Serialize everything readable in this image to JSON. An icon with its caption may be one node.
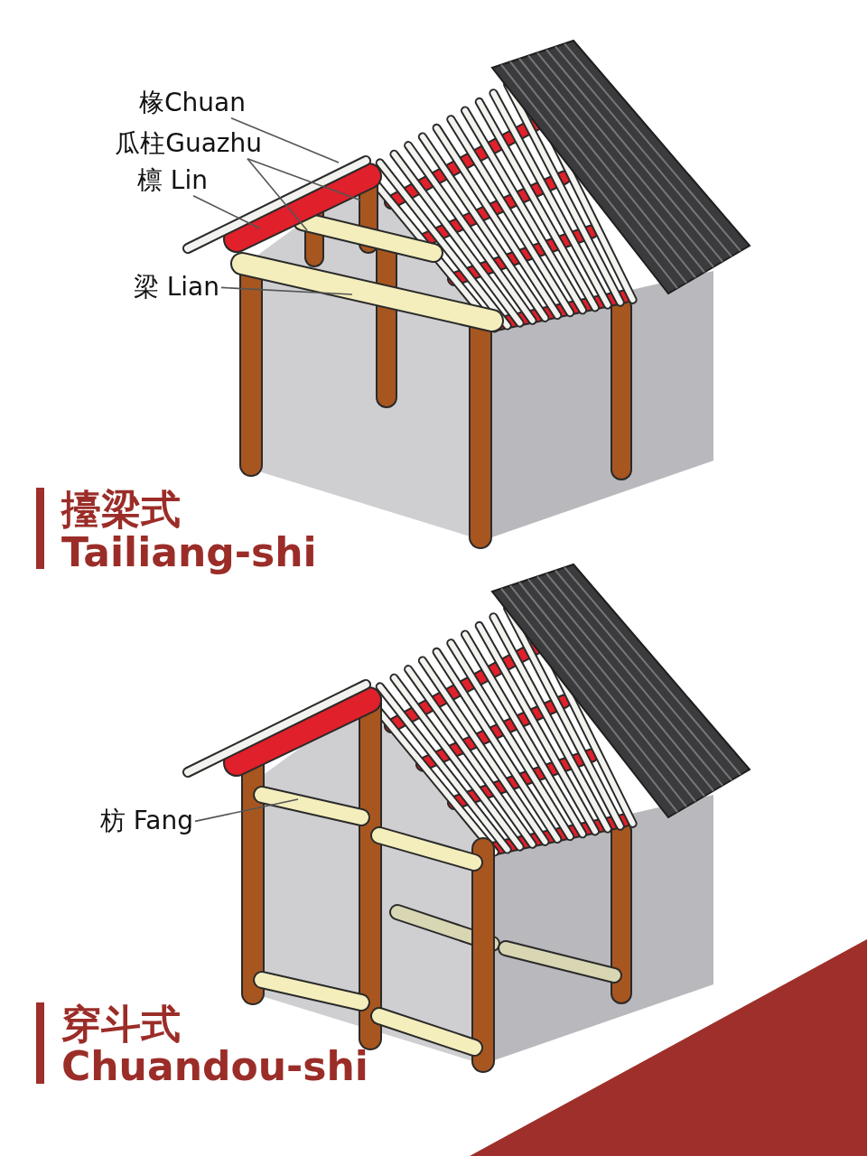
{
  "diagram": {
    "nodes": [
      {
        "text": [
          "椽Chuan"
        ]
      },
      {
        "text": [
          "瓜柱Guazhu"
        ]
      },
      {
        "text": [
          "檩 Lin"
        ]
      },
      {
        "text": [
          "梁 Lian"
        ]
      },
      {
        "text": [
          "枋 Fang"
        ]
      }
    ],
    "edges": [
      {
        "from": 0,
        "to": null,
        "arrow": "none"
      },
      {
        "from": 1,
        "to": null,
        "arrow": "none"
      },
      {
        "from": 1,
        "to": null,
        "arrow": "none"
      },
      {
        "from": 2,
        "to": null,
        "arrow": "none"
      },
      {
        "from": 3,
        "to": null,
        "arrow": "none"
      },
      {
        "from": 4,
        "to": null,
        "arrow": "none"
      }
    ],
    "labels": [
      "擡梁式",
      "Tailiang-shi",
      "穿斗式",
      "Chuandou-shi"
    ]
  }
}
